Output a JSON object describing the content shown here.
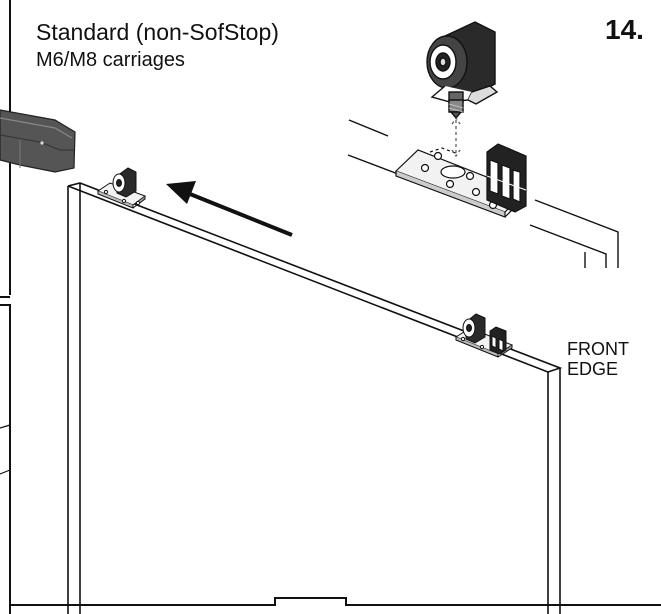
{
  "header": {
    "title": "Standard (non-SofStop)",
    "subtitle": "M6/M8 carriages",
    "step_number": "14."
  },
  "labels": {
    "front_edge_line1": "FRONT",
    "front_edge_line2": "EDGE"
  },
  "colors": {
    "ink": "#111111",
    "rail": "#555555",
    "hardware_dark": "#333333"
  },
  "icons": {
    "direction_arrow": "arrow-left-up-icon",
    "carriage": "roller-carriage-icon",
    "anti_jump_block": "guide-block-icon"
  }
}
